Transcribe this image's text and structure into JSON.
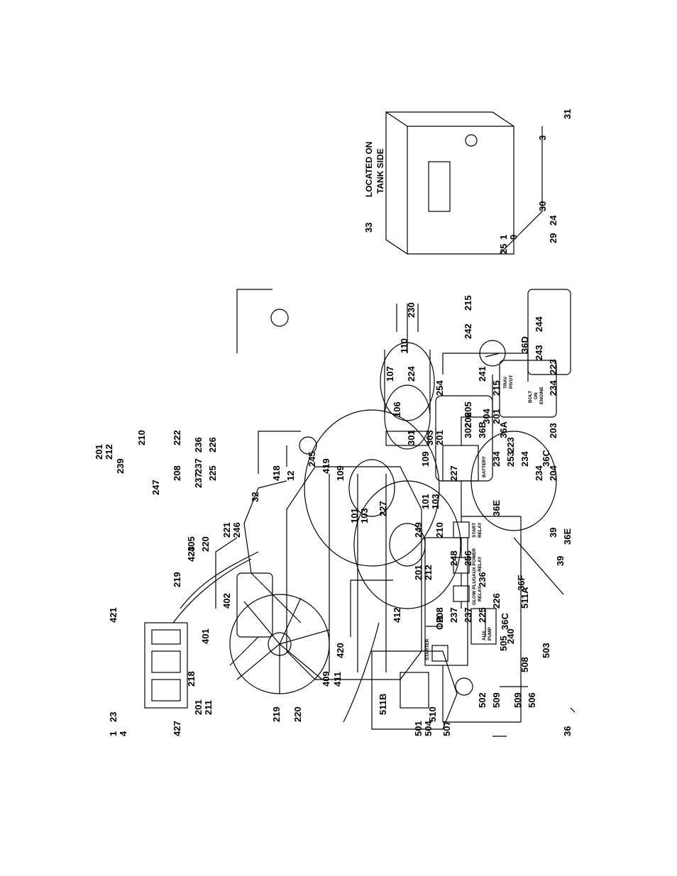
{
  "callouts": {
    "c36": "36",
    "c36A": "36A",
    "c36B": "36B",
    "c36C": "36C",
    "c36C2": "36C",
    "c36D": "36D",
    "c36E": "36E",
    "c36E2": "36E",
    "c36F": "36F",
    "c39": "39",
    "c39b": "39",
    "c240": "240",
    "c3": "3",
    "c31": "31",
    "c30": "30",
    "c33": "33",
    "c29": "29",
    "c24": "24",
    "c25": "25",
    "c1": "1",
    "c9": "9",
    "c244": "244",
    "c243": "243",
    "c223": "223",
    "c223b": "223",
    "c234": "234",
    "c234b": "234",
    "c234c": "234",
    "c234d": "234",
    "c203": "203",
    "c204": "204",
    "c253": "253",
    "c215": "215",
    "c215b": "215",
    "c241": "241",
    "c242": "242",
    "c230": "230",
    "c224": "224",
    "c205": "205",
    "c206": "206",
    "c110": "110",
    "c107": "107",
    "c106": "106",
    "c109": "109",
    "c109b": "109",
    "c101": "101",
    "c103": "103",
    "c101b": "101",
    "c103b": "103",
    "c201a": "201",
    "c304": "304",
    "c302": "302",
    "c254": "254",
    "c201b": "201",
    "c303": "303",
    "c301": "301",
    "c227": "227",
    "c227b": "227",
    "c201c": "201",
    "c212": "212",
    "c239": "239",
    "c210": "210",
    "c247": "247",
    "c222": "222",
    "c236": "236",
    "c226": "226",
    "c208": "208",
    "c237": "237",
    "c237b": "237",
    "c225": "225",
    "c245": "245",
    "c419": "419",
    "c12": "12",
    "c418": "418",
    "c249": "249",
    "c210b": "210",
    "c248": "248",
    "c256": "256",
    "c236b": "236",
    "c226b": "226",
    "c208b": "208",
    "c237c": "237",
    "c237d": "237",
    "c225b": "225",
    "c201d": "201",
    "c212b": "212",
    "c32": "32",
    "c221": "221",
    "c246": "246",
    "c220": "220",
    "c405": "405",
    "c423": "423",
    "c219": "219",
    "c402": "402",
    "c412": "412",
    "c401": "401",
    "c420": "420",
    "c409": "409",
    "c411": "411",
    "c218": "218",
    "c220b": "220",
    "c219b": "219",
    "c201e": "201",
    "c211": "211",
    "c421": "421",
    "c23": "23",
    "c1b": "1",
    "c4": "4",
    "c427": "427",
    "c511A": "511A",
    "cOR": "OR",
    "c511B": "511B",
    "c505": "505",
    "c508": "508",
    "c503": "503",
    "c502": "502",
    "c509": "509",
    "c509b": "509",
    "c506": "506",
    "c501": "501",
    "c504": "504",
    "c510": "510",
    "c507": "507"
  },
  "labels": {
    "tank_note_line1": "LOCATED ON",
    "tank_note_line2": "TANK SIDE",
    "starter": "STARTER",
    "glow_plug_1": "GLOW PLUG",
    "glow_plug_2": "RELAY",
    "aux_pump_1": "AUX",
    "aux_pump_2": "PUMP",
    "aux_power_1": "AUX POWER",
    "aux_power_2": "RELAY",
    "start_relay_1": "START",
    "start_relay_2": "RELAY",
    "battery": "BATTERY",
    "trav_pivot_1": "TRAV",
    "trav_pivot_2": "PIVOT",
    "bolt_engine_1": "BOLT",
    "bolt_engine_2": "ON",
    "bolt_engine_3": "ENGINE"
  }
}
